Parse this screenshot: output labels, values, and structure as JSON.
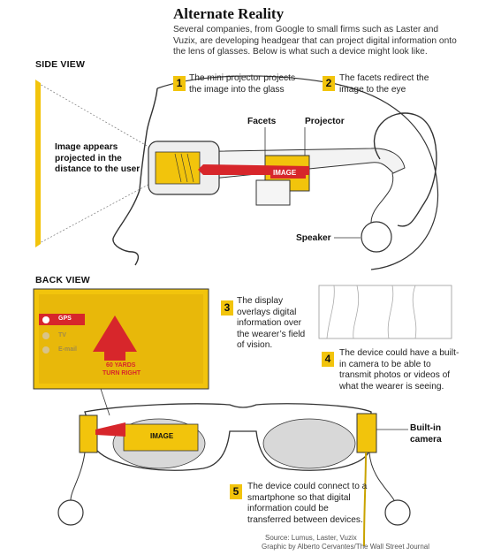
{
  "title": "Alternate Reality",
  "intro": "Several companies, from Google to small firms such as Laster and Vuzix, are developing headgear that can project digital information onto the lens of glasses. Below is what such a device might look like.",
  "side_view": {
    "heading": "SIDE VIEW",
    "image_appears": "Image appears projected in the distance to the user",
    "facets_label": "Facets",
    "projector_label": "Projector",
    "speaker_label": "Speaker",
    "image_tag": "IMAGE"
  },
  "steps": [
    {
      "number": "1",
      "text": "The mini projector projects the image into the glass"
    },
    {
      "number": "2",
      "text": "The facets redirect the image to the eye"
    },
    {
      "number": "3",
      "text": "The display overlays digital information over the wearer’s field of vision."
    },
    {
      "number": "4",
      "text": "The device could have a built-in camera to be able to transmit photos or videos of what the wearer is seeing."
    },
    {
      "number": "5",
      "text": "The device could connect to a smartphone so that digital information could be transferred between devices."
    }
  ],
  "back_view": {
    "heading": "BACK VIEW",
    "hud": {
      "gps": "GPS",
      "tv": "TV",
      "email": "E-mail",
      "direction_line1": "60 YARDS",
      "direction_line2": "TURN RIGHT"
    },
    "image_tag": "IMAGE",
    "camera_label": "Built-in camera"
  },
  "credits": {
    "source": "Source: Lumus, Laster, Vuzix",
    "graphic": "Graphic by Alberto Cervantes/The Wall Street Journal"
  },
  "colors": {
    "accent_yellow": "#f2c40c",
    "arrow_red": "#d7262b",
    "outline": "#333333"
  }
}
